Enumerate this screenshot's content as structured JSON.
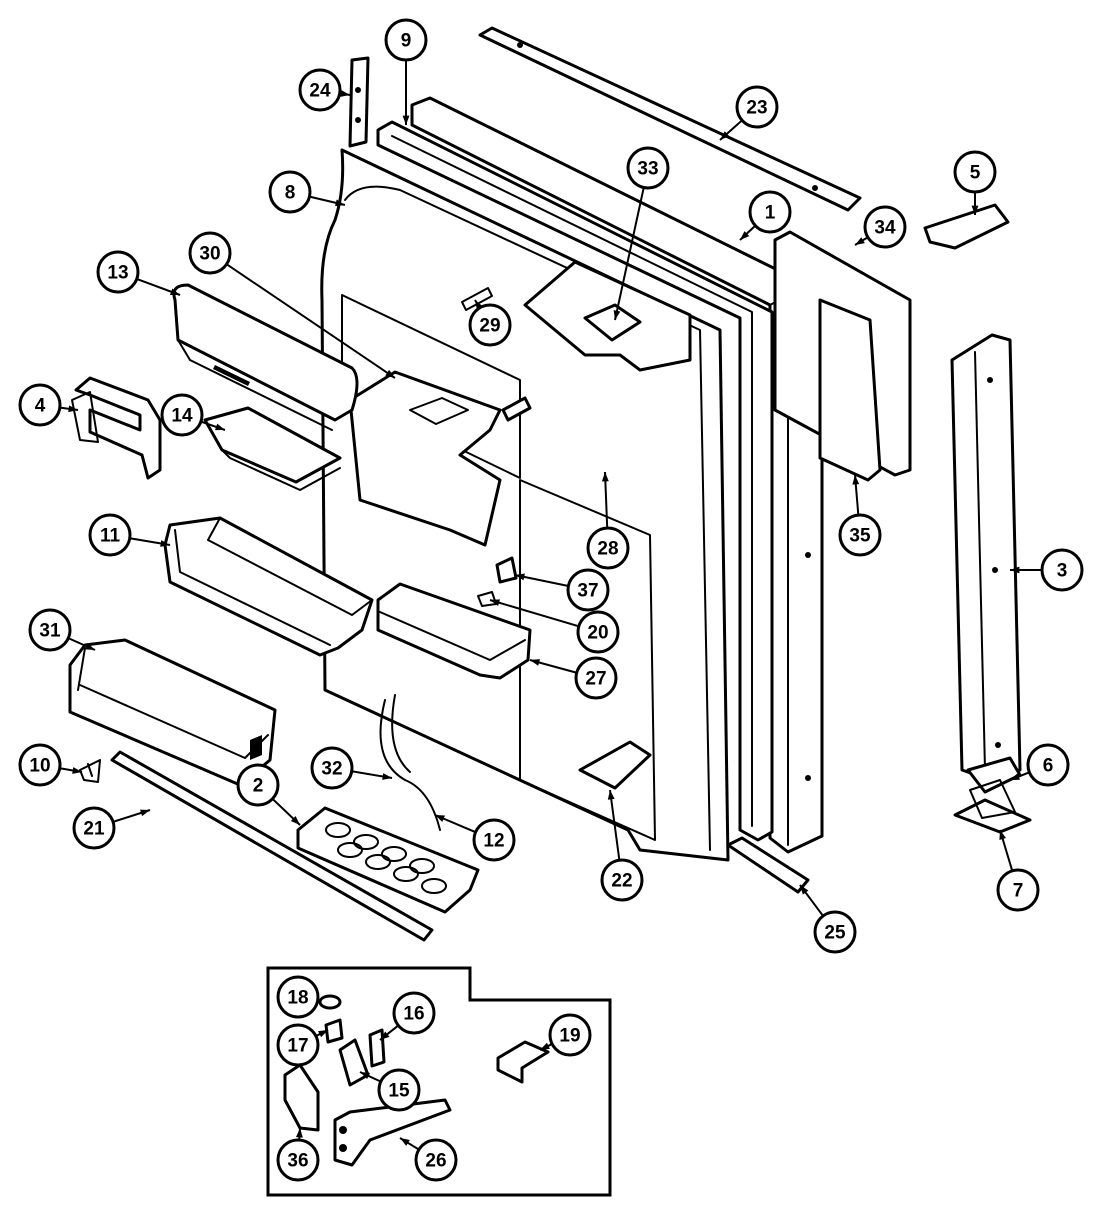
{
  "diagram": {
    "callouts": [
      {
        "label": "1"
      },
      {
        "label": "2"
      },
      {
        "label": "3"
      },
      {
        "label": "4"
      },
      {
        "label": "5"
      },
      {
        "label": "6"
      },
      {
        "label": "7"
      },
      {
        "label": "8"
      },
      {
        "label": "9"
      },
      {
        "label": "10"
      },
      {
        "label": "11"
      },
      {
        "label": "12"
      },
      {
        "label": "13"
      },
      {
        "label": "14"
      },
      {
        "label": "15"
      },
      {
        "label": "16"
      },
      {
        "label": "17"
      },
      {
        "label": "18"
      },
      {
        "label": "19"
      },
      {
        "label": "20"
      },
      {
        "label": "21"
      },
      {
        "label": "22"
      },
      {
        "label": "23"
      },
      {
        "label": "24"
      },
      {
        "label": "25"
      },
      {
        "label": "26"
      },
      {
        "label": "27"
      },
      {
        "label": "28"
      },
      {
        "label": "29"
      },
      {
        "label": "30"
      },
      {
        "label": "31"
      },
      {
        "label": "32"
      },
      {
        "label": "33"
      },
      {
        "label": "34"
      },
      {
        "label": "35"
      },
      {
        "label": "36"
      },
      {
        "label": "37"
      }
    ]
  },
  "colors": {
    "ink": "#000000",
    "paper": "#ffffff"
  }
}
